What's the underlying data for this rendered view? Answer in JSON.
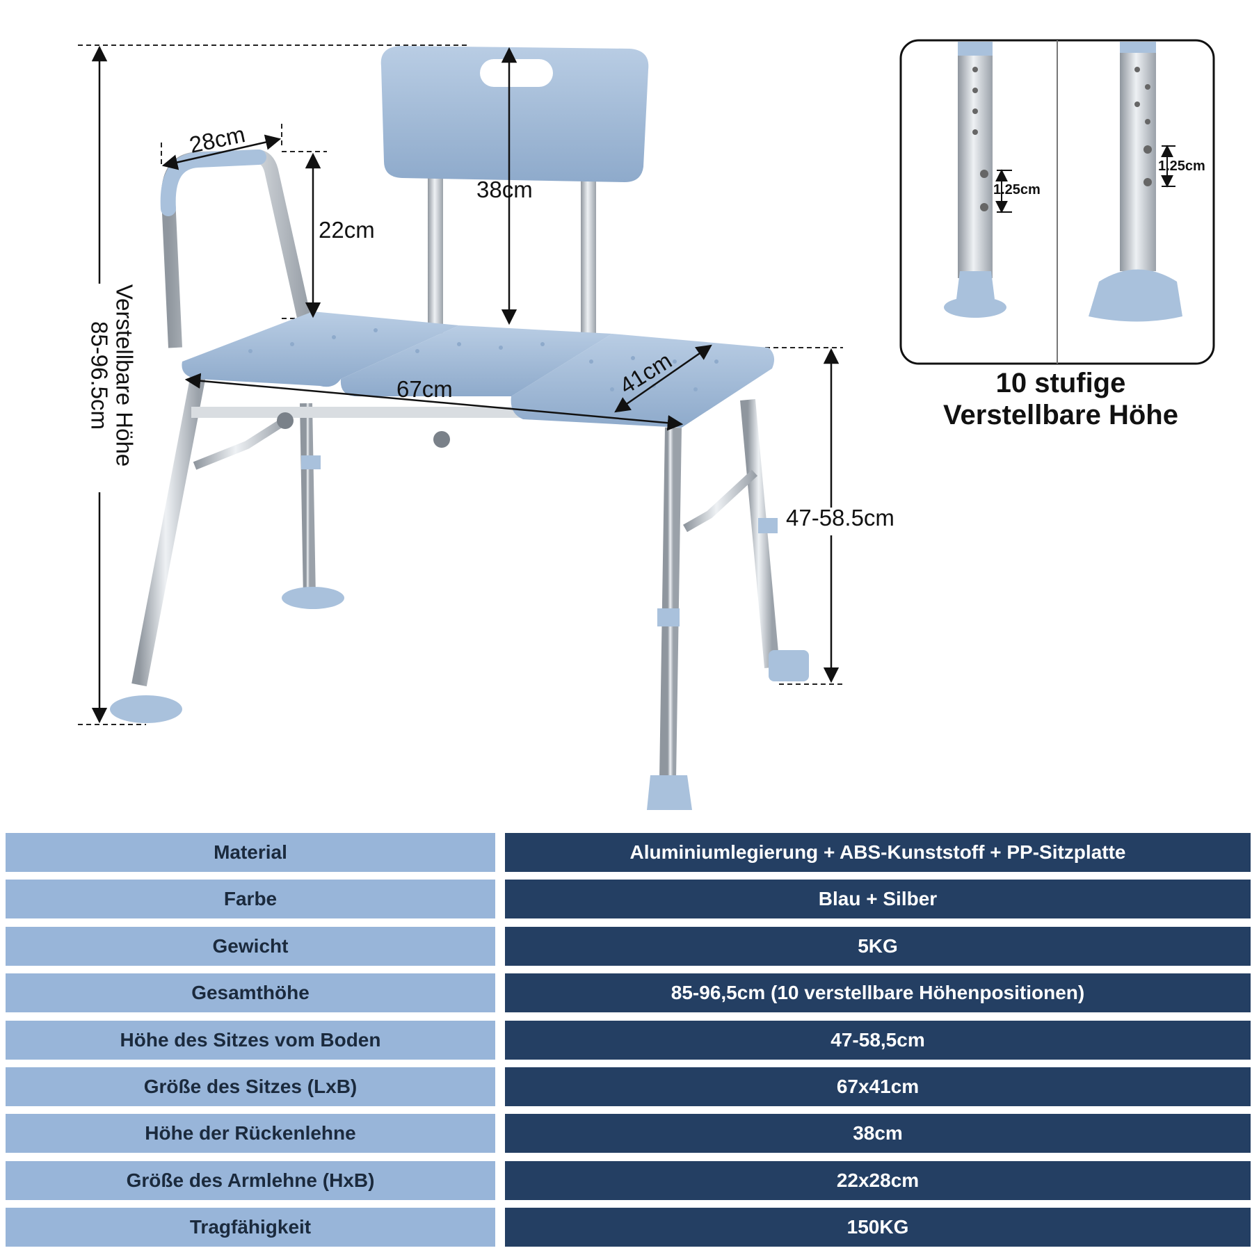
{
  "dimensions": {
    "total_height_line1": "Verstellbare Höhe",
    "total_height_line2": "85-96.5cm",
    "armrest_width": "28cm",
    "armrest_height": "22cm",
    "backrest_height": "38cm",
    "seat_length": "67cm",
    "seat_depth": "41cm",
    "seat_height": "47-58.5cm"
  },
  "inset": {
    "hole_spacing_left": "1.25cm",
    "hole_spacing_right": "1.25cm",
    "caption_line1": "10 stufige",
    "caption_line2": "Verstellbare Höhe"
  },
  "specs": [
    {
      "label": "Material",
      "value": "Aluminiumlegierung + ABS-Kunststoff + PP-Sitzplatte"
    },
    {
      "label": "Farbe",
      "value": "Blau + Silber"
    },
    {
      "label": "Gewicht",
      "value": "5KG"
    },
    {
      "label": "Gesamthöhe",
      "value": "85-96,5cm (10 verstellbare Höhenpositionen)"
    },
    {
      "label": "Höhe des Sitzes vom Boden",
      "value": "47-58,5cm"
    },
    {
      "label": "Größe des Sitzes (LxB)",
      "value": "67x41cm"
    },
    {
      "label": "Höhe der Rückenlehne",
      "value": "38cm"
    },
    {
      "label": "Größe des Armlehne (HxB)",
      "value": "22x28cm"
    },
    {
      "label": "Tragfähigkeit",
      "value": "150KG"
    }
  ],
  "colors": {
    "seat_blue": "#a9c1dc",
    "frame_silver": "#c9ced4",
    "label_cell": "#98b5d9",
    "value_cell": "#243f63"
  }
}
